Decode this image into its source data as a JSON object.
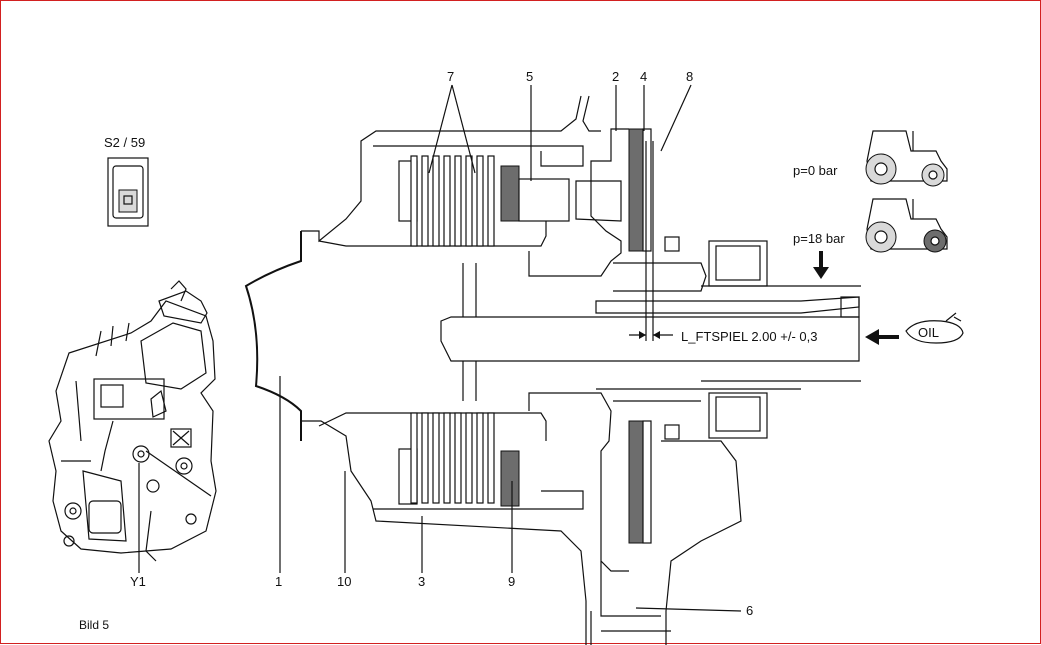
{
  "figure_caption": "Bild 5",
  "switch_label": "S2 / 59",
  "valve_label": "Y1",
  "part_numbers": [
    "7",
    "5",
    "2",
    "4",
    "8",
    "1",
    "10",
    "3",
    "9",
    "6"
  ],
  "pressure_states": [
    {
      "text": "p=0 bar"
    },
    {
      "text": "p=18 bar"
    }
  ],
  "clearance_note": "L_FTSPIEL 2.00 +/- 0,3",
  "oil_label": "OIL",
  "colors": {
    "frame_border": "#d22020",
    "line": "#111111",
    "shade": "#6d6d6d"
  }
}
